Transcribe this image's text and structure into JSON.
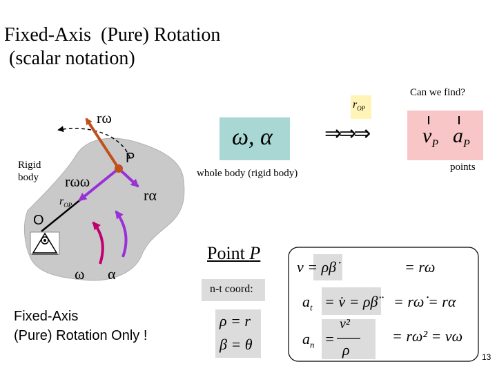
{
  "title": {
    "line1": "Fixed-Axis  (Pure) Rotation",
    "line2": " (scalar notation)"
  },
  "labels": {
    "can_we_find": "Can we find?",
    "r_omega_top": "rω",
    "point_p": "P",
    "rigid_body": "Rigid\nbody",
    "r_omega_omega": "rωω",
    "r_alpha": "rα",
    "origin": "O",
    "omega": "ω",
    "alpha": "α",
    "whole_body": "whole body  (rigid body)",
    "points": "points",
    "point_p_heading_word": "Point ",
    "point_p_heading_var": "P",
    "nt_coord": "n-t coord:",
    "footer_line1": "Fixed-Axis",
    "footer_line2": "(Pure) Rotation  Only !",
    "page_number": "13"
  },
  "math": {
    "r_op": "r",
    "r_op_sub": "OP",
    "omega_alpha": "ω, α",
    "implies": "⇒⇒⇒",
    "v_p": "v",
    "v_p_sub": "P",
    "a_p": "a",
    "a_p_sub": "P",
    "rho_r": "ρ = r",
    "beta_theta": "β = θ",
    "v_eq_lhs": "v = ρβ̇",
    "v_eq_rhs": "= rω",
    "at_lhs": "a",
    "at_sub": "t",
    "at_mid": "= v̇ = ρβ̈",
    "at_rhs": "= rω̇ = rα",
    "an_lhs": "a",
    "an_sub": "n",
    "an_eq": "=",
    "an_num": "v²",
    "an_den": "ρ",
    "an_rhs": "= rω² = vω"
  },
  "colors": {
    "body_gray": "#c9c9c9",
    "arrow_orange": "#c0501c",
    "arrow_purple": "#9a30d8",
    "arrow_magenta": "#c0006e",
    "teal_box": "#a9d7d4",
    "pink_box": "#f8c6c6",
    "yellow_box": "#fff4b8",
    "eq_gray": "#dcdcdc"
  }
}
